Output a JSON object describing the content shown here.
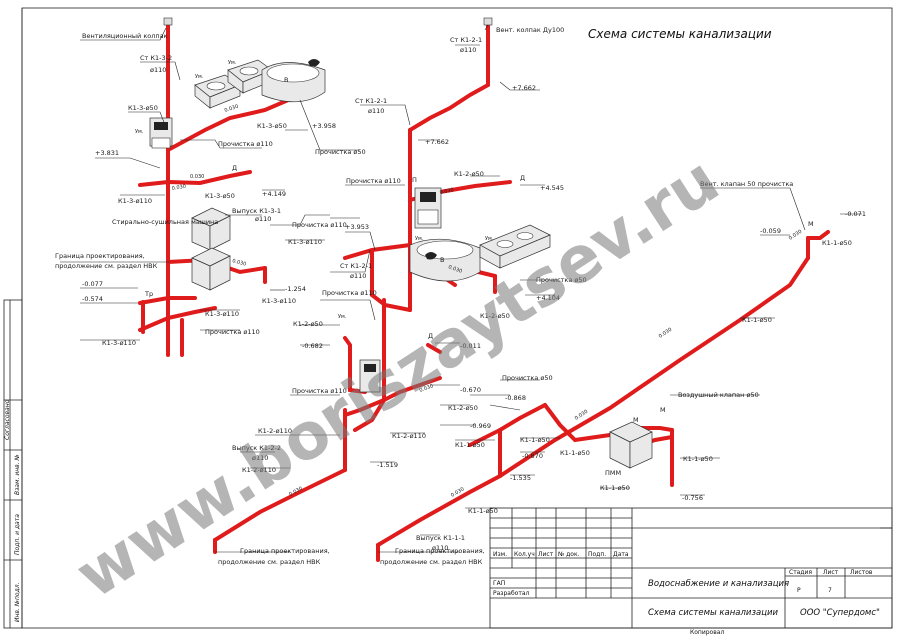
{
  "title": "Схема системы канализации",
  "watermark": "www.boriszaytsev.ru",
  "colors": {
    "pipe": "#e01b1b",
    "watermark": "#8c8c8c",
    "line": "#222222"
  },
  "labels": {
    "vent_cap": "Вентиляционный колпак",
    "vent_cap_d100": "Вент. колпак Ду100",
    "st_k1_3_2": "Ст К1-3-2",
    "st_k1_2_1": "Ст К1-2-1",
    "st_k1_2_1b": "Ст К1-2-1",
    "st_k1_2_1c": "Ст К1-2-1",
    "d110": "ø110",
    "un": "Ум.",
    "k1_3_50": "К1-3-ø50",
    "k1_3_50b": "К1-3-ø50",
    "k1_3_50c": "К1-3-ø50",
    "k1_3_110": "К1-3-ø110",
    "k1_3_110b": "К1-3-ø110",
    "k1_3_110c": "К1-3-ø110",
    "k1_3_110d": "К1-3-ø110",
    "k1_3_110e": "К1-3-ø110",
    "k1_2_50": "К1-2-ø50",
    "k1_2_50b": "К1-2-ø50",
    "k1_2_50c": "К1-2-ø50",
    "k1_2_50d": "К1-2-ø50",
    "k1_2_110": "К1-2-ø110",
    "k1_2_110b": "К1-2-ø110",
    "k1_2_110c": "К1-2-ø110",
    "k1_1_50": "К1-1-ø50",
    "k1_1_50b": "К1-1-ø50",
    "k1_1_50c": "К1-1-ø50",
    "k1_1_50d": "К1-1-ø50",
    "k1_1_50e": "К1-1-ø50",
    "k1_1_50f": "К1-1-ø50",
    "k1_1_50g": "К1-1-ø50",
    "k1_1_50h": "К1-1-ø50",
    "clean_110": "Прочистка ø110",
    "clean_110b": "Прочистка ø110",
    "clean_110c": "Прочистка ø110",
    "clean_110d": "Прочистка ø110",
    "clean_110e": "Прочистка ø110",
    "clean_110f": "Прочистка ø110",
    "clean_50": "Прочистка ø50",
    "clean_50b": "Прочистка ø50",
    "clean_50c": "Прочистка ø50",
    "washer": "Стирально-сушильная машина",
    "outlet_k1_3_1": "Выпуск К1-3-1",
    "outlet_k1_2_2": "Выпуск К1-2-2",
    "outlet_k1_1_1": "Выпуск К1-1-1",
    "boundary_1": "Граница проектирования,",
    "boundary_2": "продолжение см. раздел НВК",
    "boundary_b1": "Граница проектирования,",
    "boundary_b2": "продолжение см. раздел НВК",
    "boundary_c1": "Граница проектирования,",
    "boundary_c2": "продолжение см. раздел НВК",
    "vent_valve_50": "Вент. клапан 50 прочистка",
    "air_valve_50": "Воздушный клапан ø50",
    "pmm": "ПММ",
    "tr": "Тр",
    "m": "М",
    "v": "В",
    "p": "П",
    "d": "Д"
  },
  "elevations": [
    "+3.958",
    "+3.831",
    "+4.149",
    "-1.254",
    "-0.077",
    "-0.574",
    "+7.662",
    "+7.662",
    "+4.545",
    "+3.953",
    "+4.104",
    "-0.682",
    "-0.011",
    "-0.670",
    "-0.868",
    "-0.969",
    "-0.870",
    "-1.535",
    "-1.519",
    "-0.756",
    "-0.071",
    "-0.059"
  ],
  "slopes": [
    "0.030",
    "0.030",
    "0.030",
    "0.030",
    "0.030",
    "0.030",
    "0.030",
    "0.030",
    "0.030",
    "0.030",
    "0.030",
    "0.030"
  ],
  "side_stamp": {
    "agreed": "Согласовано",
    "inv_sub": "Взам. инв. №",
    "sign_date": "Подп. и дата",
    "inv_orig": "Инв. №подл."
  },
  "title_block": {
    "headers": [
      "Изм.",
      "Кол.уч",
      "Лист",
      "№ док.",
      "Подп.",
      "Дата"
    ],
    "gap": "ГАП",
    "developed": "Разработал",
    "section": "Водоснабжение и канализация",
    "sheet_name": "Схема системы канализации",
    "company": "ООО \"Супердомс\"",
    "stage_h": "Стадия",
    "sheet_h": "Лист",
    "sheets_h": "Листов",
    "stage": "Р",
    "sheet": "7",
    "sheets": "",
    "copied": "Копировал"
  }
}
